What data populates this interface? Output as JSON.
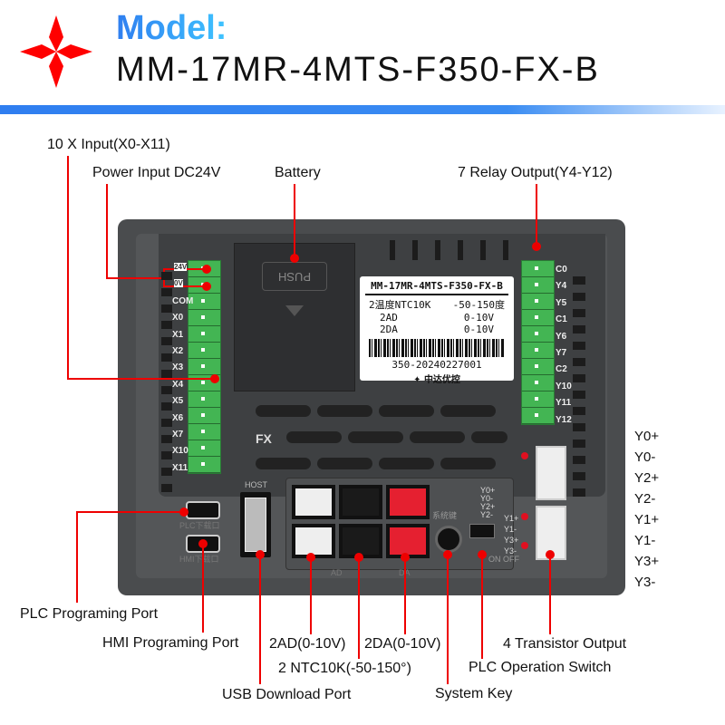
{
  "header": {
    "model_label": "Model:",
    "model_name": "MM-17MR-4MTS-F350-FX-B"
  },
  "brand_color": "#e00000",
  "callouts": {
    "x_input": "10 X Input(X0-X11)",
    "power": "Power Input DC24V",
    "battery": "Battery",
    "relay": "7 Relay Output(Y4-Y12)",
    "plc_port": "PLC Programing Port",
    "hmi_port": "HMI Programing Port",
    "usb": "USB Download Port",
    "ad": "2AD(0-10V)",
    "ntc": "2 NTC10K(-50-150°)",
    "da": "2DA(0-10V)",
    "system_key": "System Key",
    "switch": "PLC Operation Switch",
    "transistor": "4 Transistor Output"
  },
  "right_labels_top": [
    "Y0+",
    "Y0-",
    "Y2+",
    "Y2-"
  ],
  "right_labels_bottom": [
    "Y1+",
    "Y1-",
    "Y3+",
    "Y3-"
  ],
  "left_terminals": [
    "24V",
    "0V",
    "COM",
    "X0",
    "X1",
    "X2",
    "X3",
    "X4",
    "X5",
    "X6",
    "X7",
    "X10",
    "X11"
  ],
  "right_terminals": [
    "C0",
    "Y4",
    "Y5",
    "C1",
    "Y6",
    "Y7",
    "C2",
    "Y10",
    "Y11",
    "Y12"
  ],
  "device": {
    "push": "PUSH",
    "fx": "FX",
    "host": "HOST",
    "plc_port_cn": "PLC下载口",
    "hmi_port_cn": "HMI下载口",
    "ad": "AD",
    "da": "DA",
    "sys_key_cn": "系统键",
    "on_off": "ON OFF",
    "small_top": [
      "Y0+",
      "Y0-",
      "Y2+",
      "Y2-"
    ],
    "small_bottom": [
      "Y1+",
      "Y1-",
      "Y3+",
      "Y3-"
    ]
  },
  "plate": {
    "model": "MM-17MR-4MTS-F350-FX-B",
    "rows": [
      [
        "2温度NTC10K",
        "-50-150度"
      ],
      [
        "2AD",
        "0-10V"
      ],
      [
        "2DA",
        "0-10V"
      ]
    ],
    "serial": "350-20240227001",
    "brand": "中达优控"
  }
}
